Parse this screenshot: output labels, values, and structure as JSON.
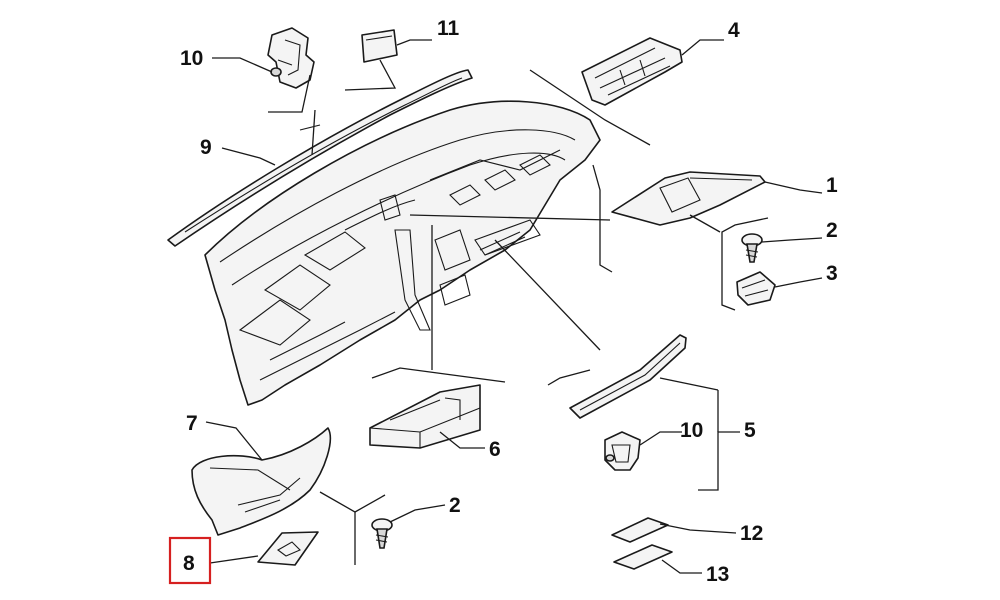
{
  "diagram": {
    "highlight_color": "#d62020",
    "callouts": [
      {
        "id": "c1",
        "label": "1"
      },
      {
        "id": "c2a",
        "label": "2"
      },
      {
        "id": "c3",
        "label": "3"
      },
      {
        "id": "c4",
        "label": "4"
      },
      {
        "id": "c5",
        "label": "5"
      },
      {
        "id": "c6",
        "label": "6"
      },
      {
        "id": "c7",
        "label": "7"
      },
      {
        "id": "c8",
        "label": "8",
        "highlighted": true
      },
      {
        "id": "c9",
        "label": "9"
      },
      {
        "id": "c10a",
        "label": "10"
      },
      {
        "id": "c10b",
        "label": "10"
      },
      {
        "id": "c11",
        "label": "11"
      },
      {
        "id": "c2b",
        "label": "2"
      },
      {
        "id": "c12",
        "label": "12"
      },
      {
        "id": "c13",
        "label": "13"
      }
    ]
  }
}
